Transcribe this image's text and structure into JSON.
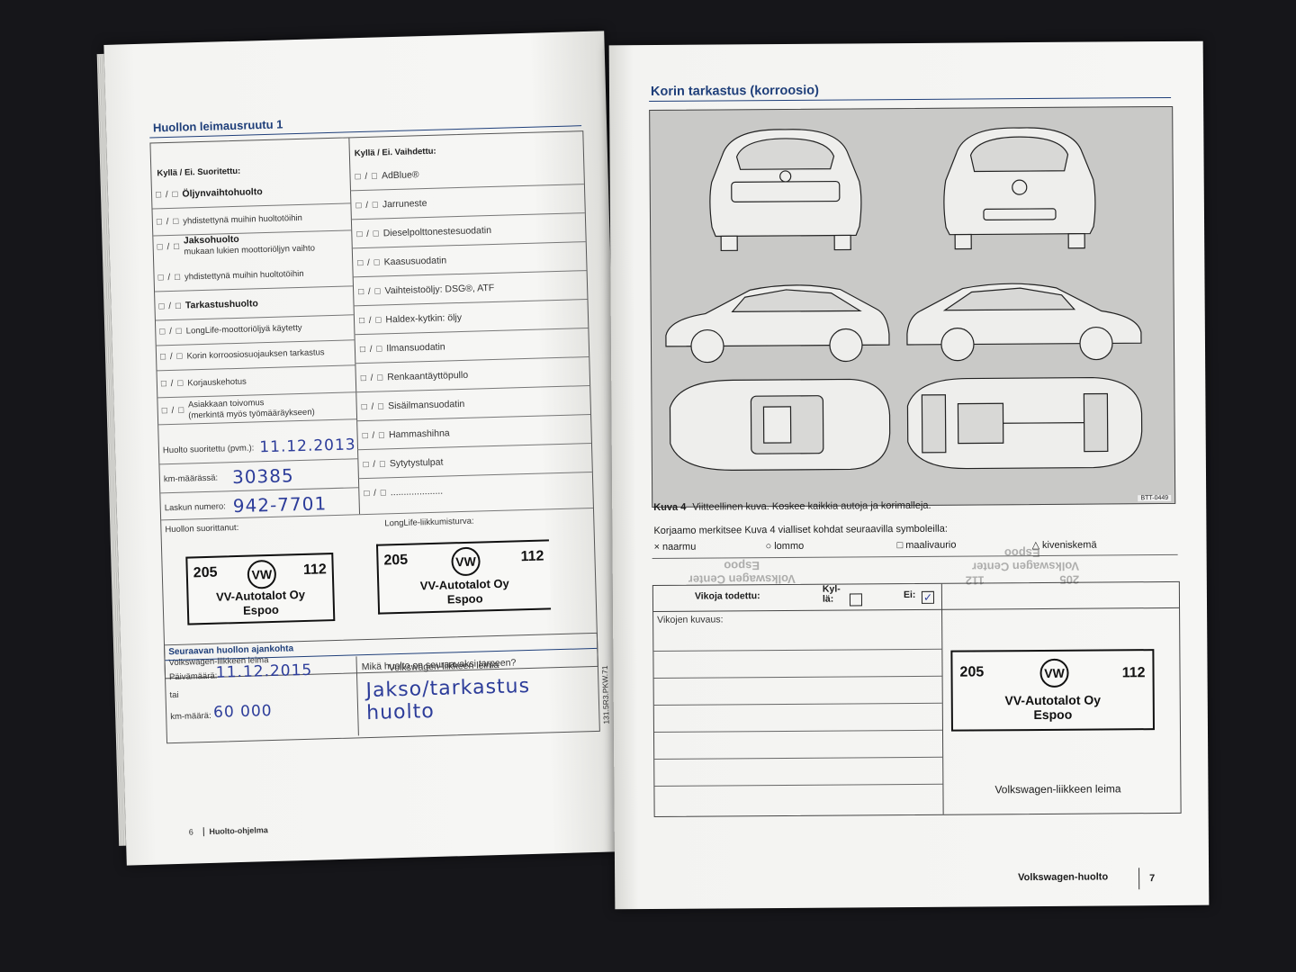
{
  "left_page": {
    "title": "Huollon leimausruutu 1",
    "col_a_header": "Kyllä / Ei. Suoritettu:",
    "col_b_header": "Kyllä / Ei. Vaihdettu:",
    "col_a_items": [
      {
        "label": "Öljynvaihtohuolto",
        "bold": true
      },
      {
        "label": "yhdistettynä muihin huoltotöihin",
        "bold": false
      },
      {
        "label": "Jaksohuolto",
        "sub": "mukaan lukien moottoriöljyn vaihto",
        "bold": true
      },
      {
        "label": "yhdistettynä muihin huoltotöihin",
        "bold": false
      },
      {
        "label": "Tarkastushuolto",
        "bold": true
      },
      {
        "label": "LongLife-moottoriöljyä käytetty",
        "bold": false
      },
      {
        "label": "Korin korroosiosuojauksen tarkastus",
        "bold": false
      },
      {
        "label": "Korjauskehotus",
        "bold": false
      },
      {
        "label": "Asiakkaan toivomus",
        "sub": "(merkintä myös työmääräykseen)",
        "bold": false
      }
    ],
    "col_b_items": [
      "AdBlue®",
      "Jarruneste",
      "Dieselpolttonestesuodatin",
      "Kaasusuodatin",
      "Vaihteistoöljy: DSG®, ATF",
      "Haldex-kytkin: öljy",
      "Ilmansuodatin",
      "Renkaantäyttöpullo",
      "Sisäilmansuodatin",
      "Hammashihna",
      "Sytytystulpat",
      "...................."
    ],
    "checkbox_glyph": "□ / □",
    "service_date_label": "Huolto suoritettu (pvm.):",
    "service_date_value": "11.12.2013",
    "km_label": "km-määrässä:",
    "km_value": "30385",
    "invoice_label": "Laskun numero:",
    "invoice_value": "942-7701",
    "performer_label": "Huollon suorittanut:",
    "longlife_label": "LongLife-liikkumisturva:",
    "stamp_caption": "Volkswagen-liikkeen leima",
    "stamp": {
      "left_num": "205",
      "right_num": "112",
      "name": "VV-Autotalot Oy",
      "city": "Espoo",
      "logo": "VW"
    },
    "stamp2_right_num": "112",
    "next_title": "Seuraavan huollon ajankohta",
    "next_date_label": "Päivämäärä:",
    "next_date_value": "11.12.2015",
    "or_label": "tai",
    "next_km_label": "km-määrä:",
    "next_km_value": "60 000",
    "next_service_q": "Mikä huolto on seuraavaksi tarpeen?",
    "next_service_value": "Jakso/tarkastus huolto",
    "footer_page": "6",
    "footer_title": "Huolto-ohjelma",
    "footer_code": "131.5R3.PKW.71"
  },
  "right_page": {
    "title": "Korin tarkastus (korroosio)",
    "diagram_code": "BTT-0449",
    "caption_bold": "Kuva 4",
    "caption_text": "Viitteellinen kuva. Koskee kaikkia autoja ja korimalleja.",
    "legend_intro": "Korjaamo merkitsee Kuva 4 vialliset kohdat seuraavilla symboleilla:",
    "legend": [
      {
        "symbol": "×",
        "label": "naarmu"
      },
      {
        "symbol": "○",
        "label": "lommo"
      },
      {
        "symbol": "□",
        "label": "maalivaurio"
      },
      {
        "symbol": "△",
        "label": "kiveniskemä"
      }
    ],
    "defects_found_label": "Vikoja todettu:",
    "yes_label": "Kyl-\nlä:",
    "no_label": "Ei:",
    "desc_label": "Vikojen kuvaus:",
    "stamp": {
      "left_num": "205",
      "right_num": "112",
      "name": "VV-Autotalot Oy",
      "city": "Espoo",
      "logo": "VW"
    },
    "stamp_caption": "Volkswagen-liikkeen leima",
    "ghost_stamp": {
      "name": "Volkswagen Center",
      "city": "Espoo",
      "num_a": "205",
      "num_b": "112"
    },
    "footer_title": "Volkswagen-huolto",
    "footer_page": "7"
  },
  "colors": {
    "accent": "#1f3f7a",
    "ink": "#2d3d9a",
    "background": "#16161a",
    "paper": "#f5f5f3"
  }
}
